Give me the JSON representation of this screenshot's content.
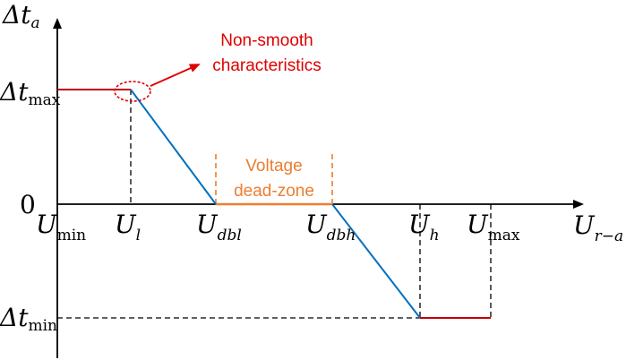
{
  "axes": {
    "y_label": {
      "main": "Δt",
      "sub": "a"
    },
    "x_label": {
      "main": "U",
      "sub": "r−a"
    },
    "origin": "0"
  },
  "y_ticks": [
    {
      "main": "Δt",
      "sub": "max"
    },
    {
      "main": "Δt",
      "sub": "min"
    }
  ],
  "x_ticks": [
    {
      "main": "U",
      "sub": "min"
    },
    {
      "main": "U",
      "sub": "l"
    },
    {
      "main": "U",
      "sub": "dbl"
    },
    {
      "main": "U",
      "sub": "dbh"
    },
    {
      "main": "U",
      "sub": "h"
    },
    {
      "main": "U",
      "sub": "max"
    }
  ],
  "annotations": {
    "non_smooth_line1": "Non-smooth",
    "non_smooth_line2": "characteristics",
    "deadzone_line1": "Voltage",
    "deadzone_line2": "dead-zone"
  },
  "colors": {
    "axis": "#000000",
    "saturation": "#c00000",
    "slope": "#0070c0",
    "deadzone": "#ed7d31",
    "annotation": "#e00000"
  }
}
